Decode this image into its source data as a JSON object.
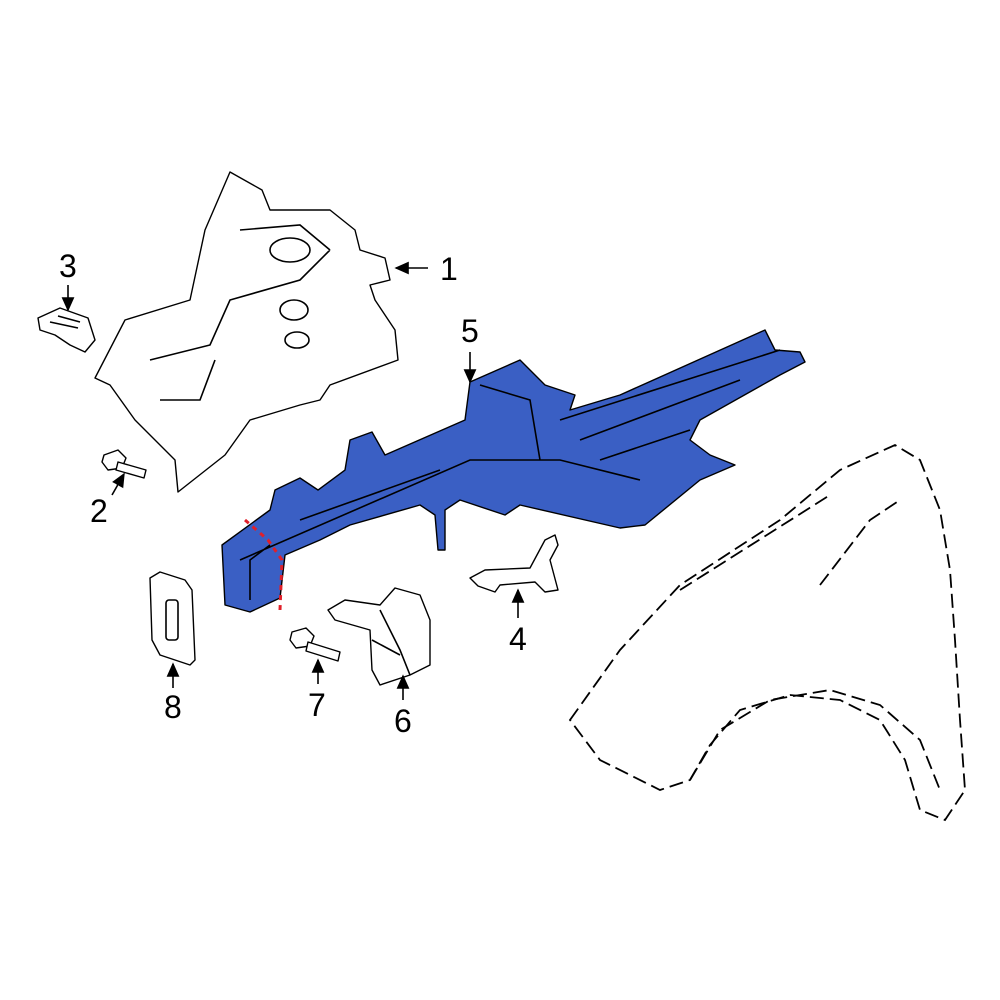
{
  "diagram": {
    "highlight_color": "#3a5fc4",
    "cut_line_color": "#e0202a",
    "callouts": [
      {
        "number": "1",
        "part": "apron-panel"
      },
      {
        "number": "2",
        "part": "bolt"
      },
      {
        "number": "3",
        "part": "clip-bracket"
      },
      {
        "number": "4",
        "part": "brace"
      },
      {
        "number": "5",
        "part": "frame-rail"
      },
      {
        "number": "6",
        "part": "mount-bracket"
      },
      {
        "number": "7",
        "part": "bolt"
      },
      {
        "number": "8",
        "part": "reinforcement-plate"
      }
    ]
  }
}
